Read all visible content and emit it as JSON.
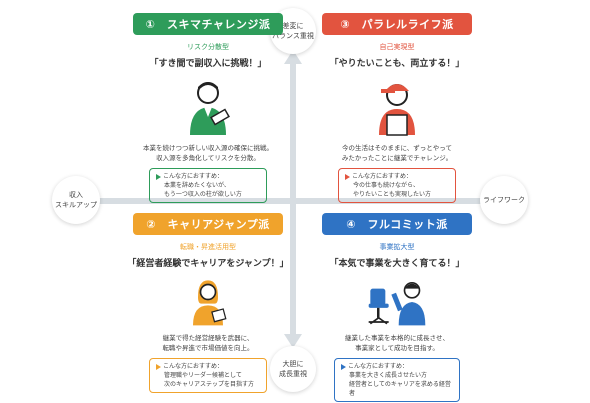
{
  "axes": {
    "top": "差変に\nバランス重視",
    "bottom": "大胆に\n成長重視",
    "left": "収入\nスキルアップ",
    "right": "ライフワーク"
  },
  "quadrants": {
    "q1": {
      "title": "①　スキマチャレンジ派",
      "type": "リスク分散型",
      "quote": "「すき間で副収入に挑戦！」",
      "desc1": "本業を続けつつ新しい収入源の確保に挑戦。",
      "desc2": "収入源を多角化してリスクを分散。",
      "rec_head": "こんな方におすすめ：",
      "rec1": "本業を辞めたくないが、",
      "rec2": "もう一つ収入の柱が欲しい方",
      "color": "#2e9c5a"
    },
    "q2": {
      "title": "②　キャリアジャンプ派",
      "type": "転職・昇進活用型",
      "quote": "「経営者経験でキャリアをジャンプ！」",
      "desc1": "継業で得た経営経験を武器に、",
      "desc2": "転職や昇進で市場価値を向上。",
      "rec_head": "こんな方におすすめ：",
      "rec1": "管理職やリーダー候補として",
      "rec2": "次のキャリアステップを目指す方",
      "color": "#f0a32c"
    },
    "q3": {
      "title": "③　パラレルライフ派",
      "type": "自己実現型",
      "quote": "「やりたいことも、両立する！」",
      "desc1": "今の生活はそのままに、ずっとやって",
      "desc2": "みたかったことに継業でチャレンジ。",
      "rec_head": "こんな方におすすめ：",
      "rec1": "今の仕事も続けながら、",
      "rec2": "やりたいことも実現したい方",
      "color": "#e2543f"
    },
    "q4": {
      "title": "④　フルコミット派",
      "type": "事業拡大型",
      "quote": "「本気で事業を大きく育てる！」",
      "desc1": "継業した事業を本格的に成長させ、",
      "desc2": "事業家として成功を目指す。",
      "rec_head": "こんな方におすすめ：",
      "rec1": "事業を大きく成長させたい方",
      "rec2": "経営者としてのキャリアを求める経営者",
      "color": "#2f73c4"
    }
  }
}
